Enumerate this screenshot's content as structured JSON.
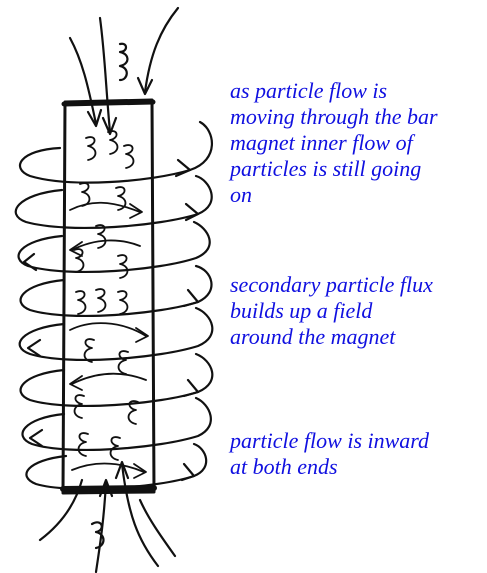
{
  "annotations": [
    {
      "lines": [
        "as particle flow is",
        "moving through the bar",
        "magnet inner flow of",
        "particles is still going",
        "on"
      ]
    },
    {
      "lines": [
        "secondary particle flux",
        "builds up a field",
        "around the magnet"
      ]
    },
    {
      "lines": [
        "particle flow is inward",
        "at both ends"
      ]
    }
  ],
  "colors": {
    "ink": "#111111",
    "text": "#1010e0"
  }
}
